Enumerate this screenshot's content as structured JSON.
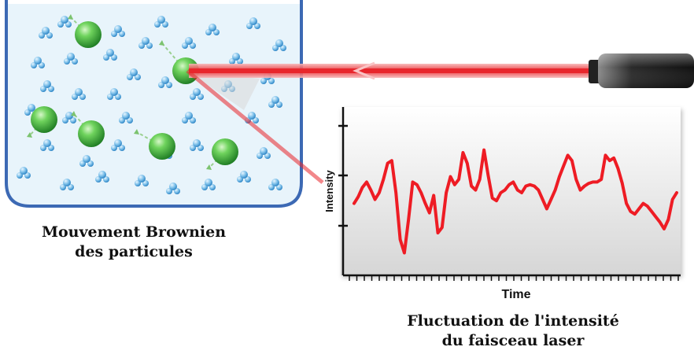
{
  "beaker": {
    "caption_line1": "Mouvement Brownien",
    "caption_line2": "des particules",
    "liquid_color": "#e8f4fb",
    "wall_color": "#3c69b4",
    "particle_color": "#3fae3f",
    "molecule_color": "#4a9fd8"
  },
  "laser": {
    "beam_color": "#e8262c",
    "body_color": "#111111"
  },
  "graph": {
    "xlabel": "Time",
    "ylabel": "Intensity",
    "caption_line1": "Fluctuation de l'intensité",
    "caption_line2": "du faisceau laser",
    "trace_color": "#ee1c24"
  },
  "chart_data": {
    "type": "line",
    "xlabel": "Time",
    "ylabel": "Intensity",
    "x": [
      0,
      1,
      2,
      3,
      4,
      5,
      6,
      7,
      8,
      9,
      10,
      11,
      12,
      13,
      14,
      15,
      16,
      17,
      18,
      19,
      20,
      21,
      22,
      23,
      24,
      25,
      26,
      27,
      28,
      29,
      30,
      31,
      32,
      33,
      34,
      35,
      36,
      37,
      38,
      39,
      40,
      41,
      42,
      43,
      44,
      45,
      46,
      47,
      48,
      49,
      50,
      51,
      52,
      53,
      54,
      55,
      56,
      57,
      58,
      59,
      60,
      61,
      62,
      63,
      64,
      65,
      66,
      67,
      68,
      69,
      70,
      71,
      72,
      73,
      74,
      75,
      76,
      77,
      78,
      79,
      80,
      81,
      82,
      83,
      84,
      85,
      86,
      87
    ],
    "y": [
      0.42,
      0.47,
      0.54,
      0.58,
      0.52,
      0.45,
      0.5,
      0.6,
      0.72,
      0.74,
      0.5,
      0.15,
      0.05,
      0.3,
      0.58,
      0.56,
      0.5,
      0.42,
      0.35,
      0.48,
      0.2,
      0.24,
      0.5,
      0.62,
      0.56,
      0.6,
      0.8,
      0.72,
      0.55,
      0.52,
      0.6,
      0.82,
      0.63,
      0.46,
      0.44,
      0.5,
      0.52,
      0.56,
      0.58,
      0.52,
      0.5,
      0.55,
      0.56,
      0.55,
      0.52,
      0.45,
      0.38,
      0.45,
      0.52,
      0.62,
      0.7,
      0.78,
      0.74,
      0.6,
      0.52,
      0.55,
      0.57,
      0.58,
      0.58,
      0.6,
      0.78,
      0.74,
      0.76,
      0.68,
      0.57,
      0.42,
      0.36,
      0.34,
      0.38,
      0.42,
      0.4,
      0.36,
      0.32,
      0.28,
      0.23,
      0.3,
      0.45,
      0.5
    ],
    "grid": false
  }
}
